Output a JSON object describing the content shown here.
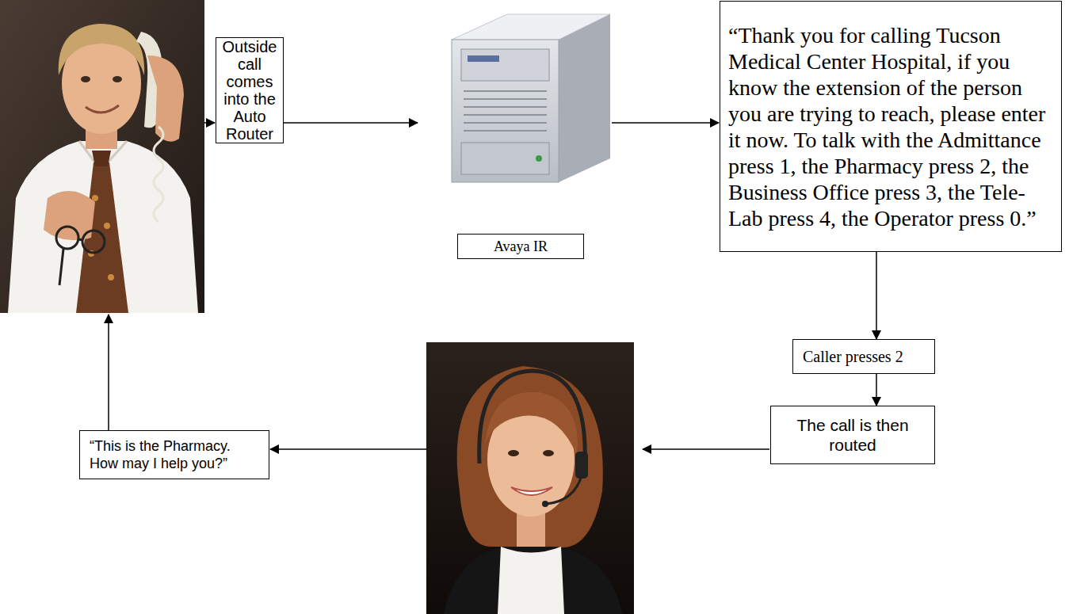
{
  "diagram": {
    "nodes": [
      {
        "text": [
          "Outside call comes into the Auto Router"
        ]
      },
      {
        "text": [
          "Avaya IR"
        ]
      },
      {
        "text": [
          "“Thank you for calling Tucson Medical Center Hospital, if you know the extension of the person you are trying to reach, please enter it now. To talk with the Admittance press 1, the Pharmacy press 2, the Business Office press 3, the Tele-Lab press 4, the Operator press 0.”"
        ]
      },
      {
        "text": [
          "Caller presses 2"
        ]
      },
      {
        "text": [
          "The call is then routed"
        ]
      },
      {
        "text": [
          "“This is the Pharmacy. How may I help you?”"
        ]
      }
    ],
    "edges": [
      {
        "from": 2,
        "to": 3,
        "arrow": "to"
      },
      {
        "from": 3,
        "to": 4,
        "arrow": "to"
      }
    ]
  }
}
